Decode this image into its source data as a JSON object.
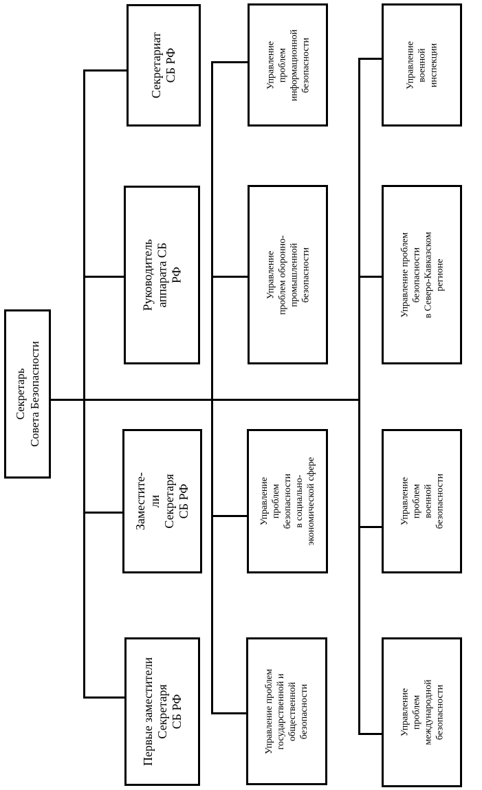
{
  "root": {
    "label": "Секретарь\nСовета Безопасности"
  },
  "column_1": [
    {
      "label": "Первые заместители\nСекретаря\nСБ РФ"
    },
    {
      "label": "Заместите-\nли\nСекретаря\nСБ РФ"
    },
    {
      "label": "Руководитель\nаппарата СБ\nРФ"
    },
    {
      "label": "Секретариат\nСБ РФ"
    }
  ],
  "column_2": [
    {
      "label": "Управление проблем\nгосударственной и\nобщественной\nбезопасности"
    },
    {
      "label": "Управление\nпроблем\nбезопасности\nв социально-\nэкономической сфере"
    },
    {
      "label": "Управление\nпроблем оборонно-\nпромышленной\nбезопасности"
    },
    {
      "label": "Управление\nпроблем\nинформационной\nбезопасности"
    }
  ],
  "column_3": [
    {
      "label": "Управление\nпроблем\nмеждународной\nбезопасности"
    },
    {
      "label": "Управление\nпроблем\nвоенной\nбезопасности"
    },
    {
      "label": "Управление проблем\nбезопасности\nв Северо-Кавказском\nрегионе"
    },
    {
      "label": "Управление\nвоенной\nинспекции"
    }
  ]
}
